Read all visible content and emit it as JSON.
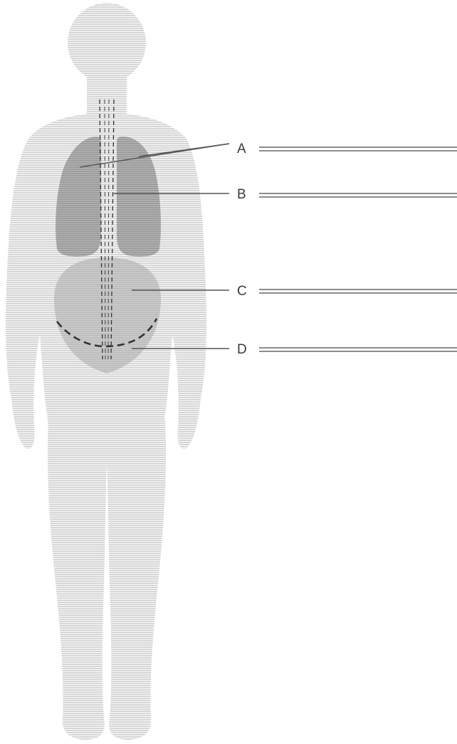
{
  "labels": [
    {
      "id": "A",
      "text": "A"
    },
    {
      "id": "B",
      "text": "B"
    },
    {
      "id": "C",
      "text": "C"
    },
    {
      "id": "D",
      "text": "D"
    }
  ],
  "colors": {
    "body": "#dcdcdc",
    "lungs": "#a6a6a6",
    "abdomen": "#c2c2c2",
    "leader_line": "#555555",
    "answer_line": "#666666",
    "label_text": "#3a3a3a",
    "dashed": "#333333"
  }
}
